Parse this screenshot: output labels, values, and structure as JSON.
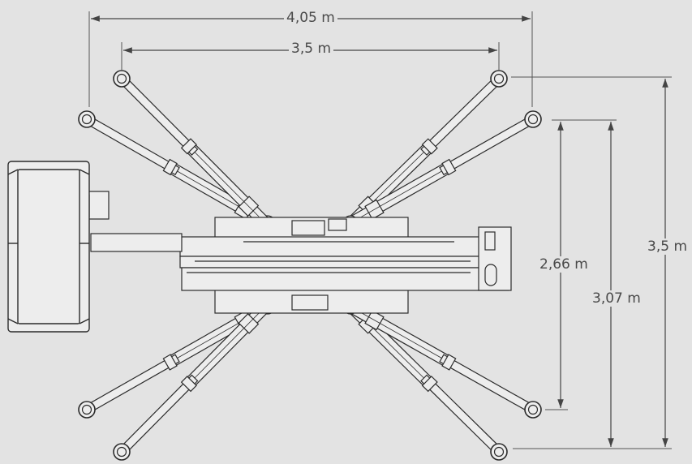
{
  "dimensions": {
    "outer_width": "4,05 m",
    "inner_width": "3,5 m",
    "inner_depth": "2,66 m",
    "middle_depth": "3,07 m",
    "outer_depth": "3,5 m"
  },
  "colors": {
    "background": "#e3e3e3",
    "line": "#2b2b2b",
    "part_fill": "#ededed",
    "dimension_line": "#444444"
  }
}
